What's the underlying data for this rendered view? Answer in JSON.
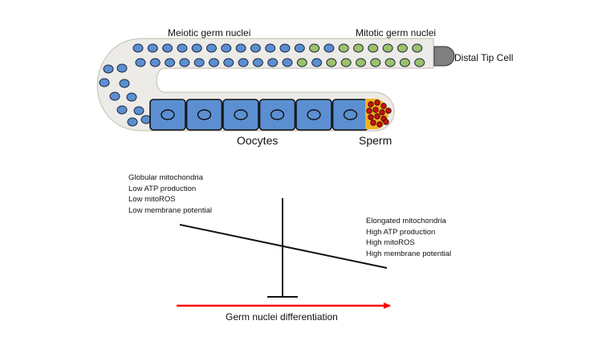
{
  "labels": {
    "meiotic": "Meiotic germ nuclei",
    "mitotic": "Mitotic germ nuclei",
    "distal_tip": "Distal Tip Cell",
    "oocytes": "Oocytes",
    "sperm": "Sperm",
    "axis": "Germ nuclei differentiation"
  },
  "left_traits": [
    "Globular mitochondria",
    "Low ATP production",
    "Low mitoROS",
    "Low membrane potential"
  ],
  "right_traits": [
    "Elongated mitochondria",
    "High ATP production",
    "High mitoROS",
    "High membrane potential"
  ],
  "colors": {
    "gonad_fill": "#ecebe7",
    "gonad_stroke": "#c9c6bc",
    "meiotic_nucleus": "#5b8fd1",
    "mitotic_nucleus": "#9dc168",
    "oocyte": "#5b8fd1",
    "sperm_bg": "#f2b21e",
    "sperm_nucleus": "#c41212",
    "distal_tip_cell": "#808080",
    "arrow": "#ff0000"
  }
}
